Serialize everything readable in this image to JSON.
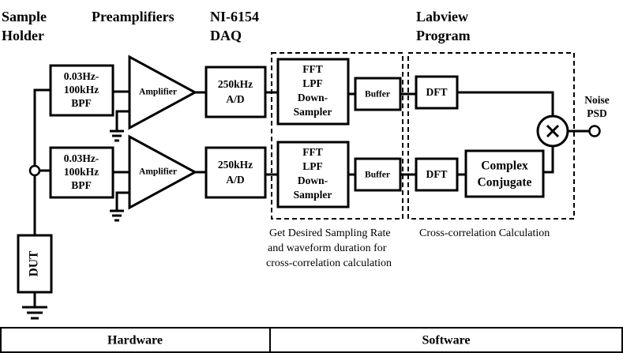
{
  "headers": {
    "sample_holder": [
      "Sample",
      "Holder"
    ],
    "preamplifiers": "Preamplifiers",
    "daq": [
      "NI-6154",
      "DAQ"
    ],
    "labview": [
      "Labview",
      "Program"
    ]
  },
  "blocks": {
    "bpf": [
      "0.03Hz-",
      "100kHz",
      "BPF"
    ],
    "amplifier": "Amplifier",
    "adc": [
      "250kHz",
      "A/D"
    ],
    "fft": [
      "FFT",
      "LPF",
      "Down-",
      "Sampler"
    ],
    "buffer": "Buffer",
    "dft": "DFT",
    "complex": [
      "Complex",
      "Conjugate"
    ],
    "dut": "DUT"
  },
  "output": [
    "Noise",
    "PSD"
  ],
  "captions": {
    "left": [
      "Get Desired Sampling Rate",
      "and waveform duration for",
      "cross-correlation calculation"
    ],
    "right": "Cross-correlation Calculation"
  },
  "bottom_bar": {
    "hardware": "Hardware",
    "software": "Software"
  }
}
